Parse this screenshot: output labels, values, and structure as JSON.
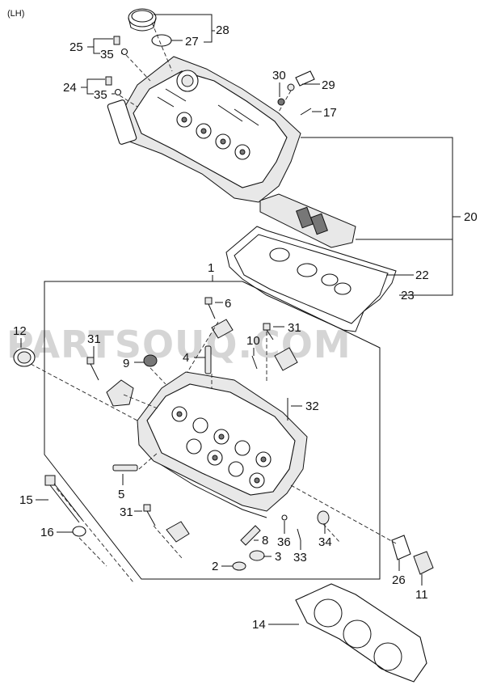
{
  "header": {
    "variant": "(LH)"
  },
  "watermark": "PARTSOUQ.COM",
  "callouts": {
    "c1": "1",
    "c2": "2",
    "c3": "3",
    "c4": "4",
    "c5": "5",
    "c6": "6",
    "c8": "8",
    "c9": "9",
    "c10": "10",
    "c11": "11",
    "c12": "12",
    "c14": "14",
    "c15": "15",
    "c16": "16",
    "c17": "17",
    "c20": "20",
    "c22": "22",
    "c23": "23",
    "c24": "24",
    "c25": "25",
    "c26": "26",
    "c27": "27",
    "c28": "28",
    "c29": "29",
    "c30": "30",
    "c31": "31",
    "c32": "32",
    "c33": "33",
    "c34": "34",
    "c35": "35",
    "c36": "36"
  }
}
